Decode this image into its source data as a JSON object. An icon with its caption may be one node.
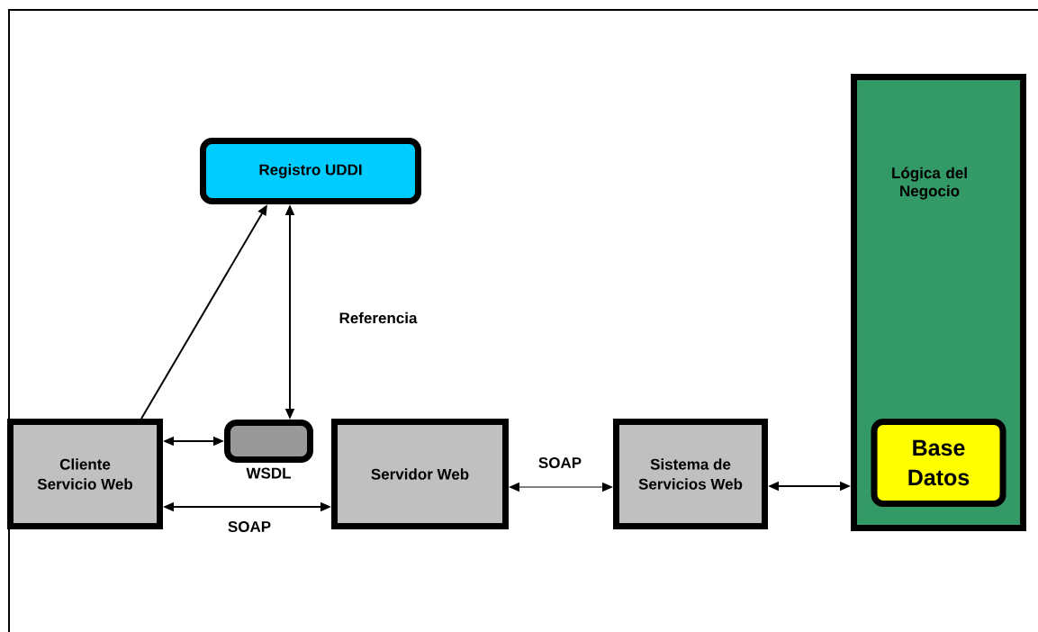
{
  "diagram": {
    "nodes": [
      {
        "text": [
          "Registro UDDI"
        ]
      },
      {
        "text": [
          "Lógica del Negocio"
        ]
      },
      {
        "text": [
          "Cliente Servicio Web"
        ]
      },
      {
        "text": [
          "WSDL"
        ]
      },
      {
        "text": [
          "Servidor Web"
        ]
      },
      {
        "text": [
          "Sistema de Servicios Web"
        ]
      },
      {
        "text": [
          "Base Datos"
        ],
        "in": 1
      }
    ],
    "edges": [
      {
        "from": 2,
        "to": 0,
        "arrow": "to"
      },
      {
        "from": 3,
        "to": 0,
        "arrow": "both",
        "label": "Referencia"
      },
      {
        "from": 2,
        "to": 3,
        "arrow": "both"
      },
      {
        "from": 2,
        "to": 4,
        "arrow": "both",
        "label": "SOAP"
      },
      {
        "from": 4,
        "to": 5,
        "arrow": "both",
        "label": "SOAP"
      },
      {
        "from": 5,
        "to": 1,
        "arrow": "both"
      }
    ]
  }
}
